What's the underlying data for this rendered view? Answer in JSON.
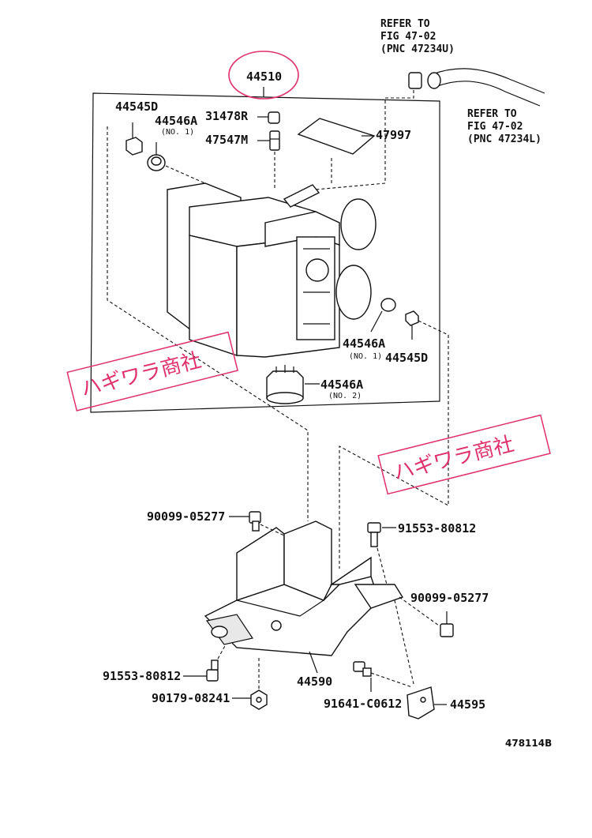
{
  "parts": {
    "main_unit": "44510",
    "valve_upper_left": "44545D",
    "grommet_upper_left": "44546A",
    "grommet_upper_left_note": "(NO. 1)",
    "cap": "31478R",
    "nipple": "47547M",
    "label_plate": "47997",
    "grommet_right": "44546A",
    "grommet_right_note": "(NO. 1)",
    "valve_right": "44545D",
    "grommet_bottom": "44546A",
    "grommet_bottom_note": "(NO. 2)",
    "bolt_left_upper": "90099-05277",
    "bolt_right_upper": "91553-80812",
    "bolt_right_mid": "90099-05277",
    "bolt_left_lower": "91553-80812",
    "nut_lower": "90179-08241",
    "bracket": "44590",
    "bolt_bracket_small": "91641-C0612",
    "clamp_bracket": "44595"
  },
  "references": {
    "top": [
      "REFER TO",
      "FIG 47-02",
      "(PNC 47234U)"
    ],
    "right": [
      "REFER TO",
      "FIG 47-02",
      "(PNC 47234L)"
    ]
  },
  "watermarks": [
    "ハギワラ商社",
    "ハギワラ商社"
  ],
  "figure_number": "478114B",
  "colors": {
    "line": "#111111",
    "watermark": "#e0306a",
    "highlight_circle": "#e0306a"
  }
}
